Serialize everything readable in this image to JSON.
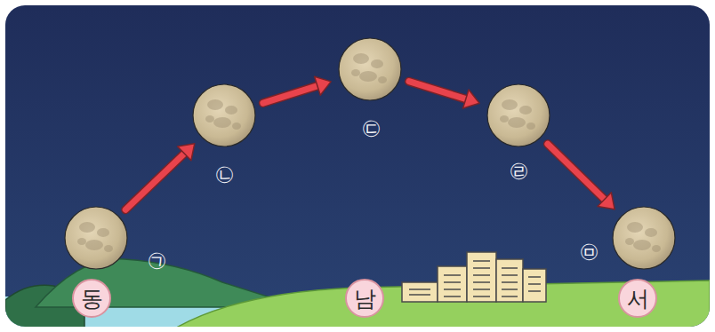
{
  "diagram": {
    "nodes": [
      {
        "text": [
          "㉠"
        ]
      },
      {
        "text": [
          "㉡"
        ]
      },
      {
        "text": [
          "㉢"
        ]
      },
      {
        "text": [
          "㉣"
        ]
      },
      {
        "text": [
          "㉤"
        ]
      },
      {
        "text": [
          "동"
        ]
      },
      {
        "text": [
          "남"
        ]
      },
      {
        "text": [
          "서"
        ]
      }
    ],
    "edges": [
      {
        "from": 0,
        "to": 1,
        "arrow": "to"
      },
      {
        "from": 1,
        "to": 2,
        "arrow": "to"
      },
      {
        "from": 2,
        "to": 3,
        "arrow": "to"
      },
      {
        "from": 3,
        "to": 4,
        "arrow": "to"
      }
    ]
  }
}
